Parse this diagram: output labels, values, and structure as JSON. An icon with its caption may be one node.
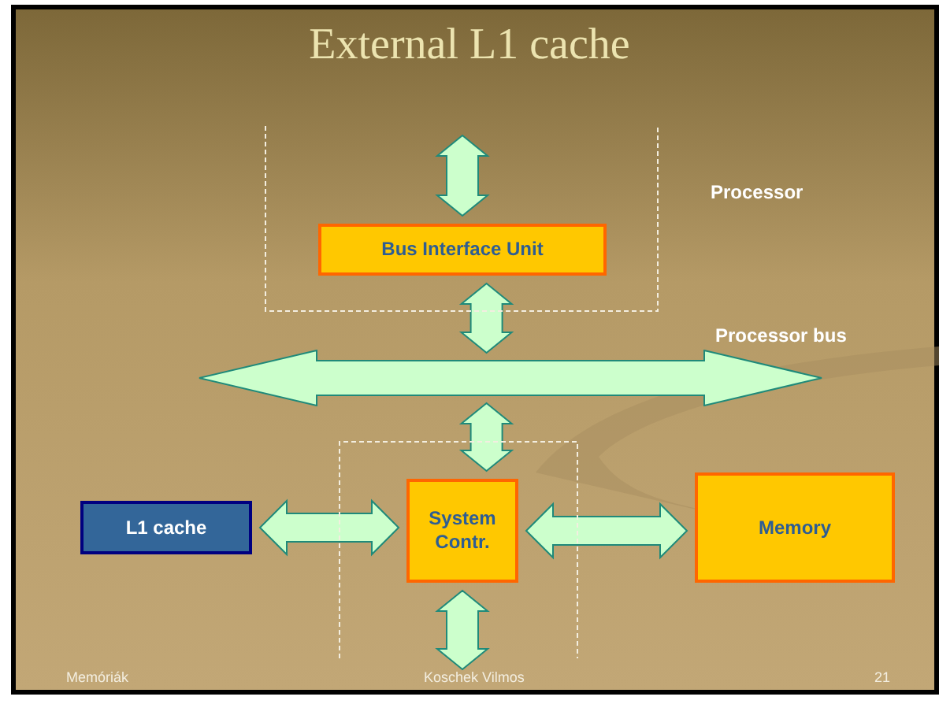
{
  "diagram": {
    "title": "External L1 cache",
    "nodes": [
      {
        "text": [],
        "shape": "box"
      },
      {
        "text": [
          "Bus Interface Unit"
        ],
        "in": 0
      },
      {
        "text": [],
        "shape": "bar",
        "beside": [
          "Processor bus"
        ]
      },
      {
        "text": [],
        "shape": "box"
      },
      {
        "text": [
          "System Contr."
        ],
        "in": 3
      },
      {
        "text": [
          "L1 cache"
        ]
      },
      {
        "text": [
          "Memory"
        ]
      }
    ],
    "edges": [
      {
        "from": null,
        "to": 1,
        "arrow": "both"
      },
      {
        "from": 1,
        "to": 2,
        "arrow": "both"
      },
      {
        "from": 2,
        "to": 4,
        "arrow": "both"
      },
      {
        "from": 5,
        "to": 4,
        "arrow": "both"
      },
      {
        "from": 4,
        "to": 6,
        "arrow": "both"
      },
      {
        "from": 4,
        "to": null,
        "arrow": "both"
      }
    ],
    "labels": [
      "Processor",
      "Memóriák",
      "Koschek Vilmos",
      "21"
    ]
  }
}
